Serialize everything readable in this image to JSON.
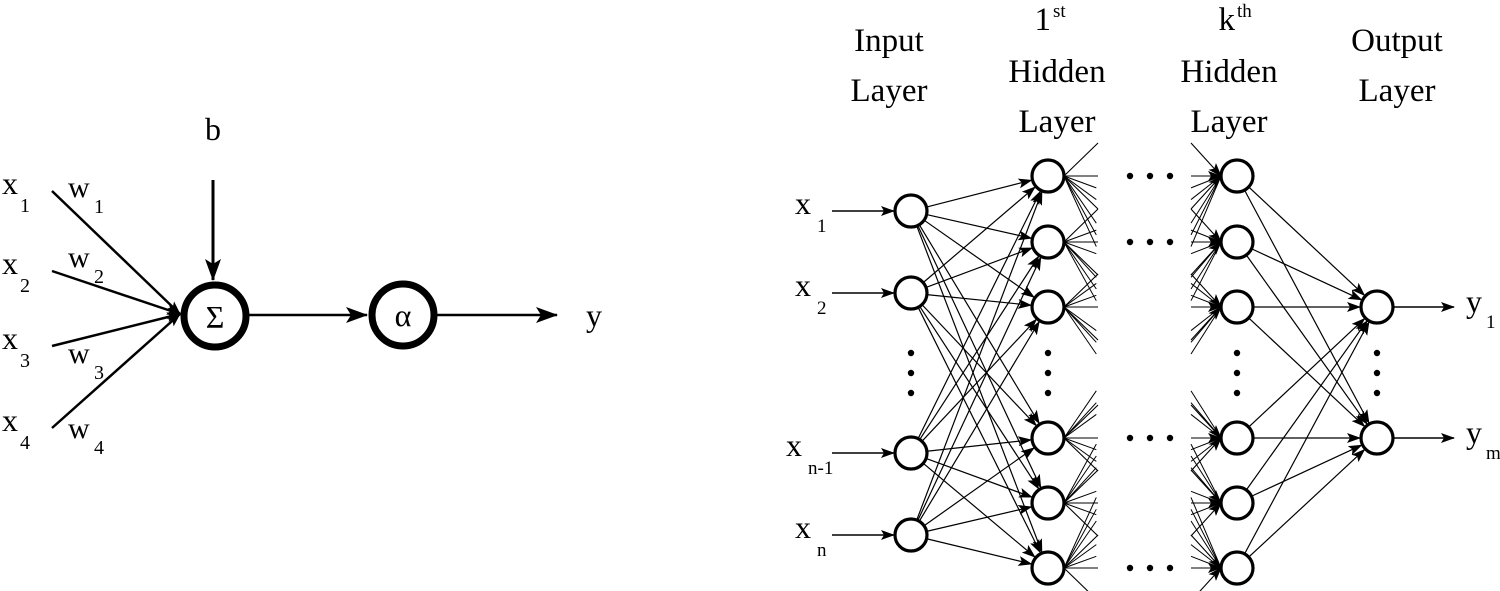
{
  "neuron": {
    "bias_label": "b",
    "inputs": [
      {
        "name": "x",
        "sub": "1",
        "weight": "w",
        "weight_sub": "1"
      },
      {
        "name": "x",
        "sub": "2",
        "weight": "w",
        "weight_sub": "2"
      },
      {
        "name": "x",
        "sub": "3",
        "weight": "w",
        "weight_sub": "3"
      },
      {
        "name": "x",
        "sub": "4",
        "weight": "w",
        "weight_sub": "4"
      }
    ],
    "sum_symbol": "Σ",
    "activation_symbol": "α",
    "output_label": "y"
  },
  "network": {
    "headers": {
      "input": [
        "Input",
        "Layer"
      ],
      "hidden_first": {
        "num": "1",
        "sup": "st",
        "lines": [
          "Hidden",
          "Layer"
        ]
      },
      "hidden_k": {
        "num": "k",
        "sup": "th",
        "lines": [
          "Hidden",
          "Layer"
        ]
      },
      "output": [
        "Output",
        "Layer"
      ]
    },
    "inputs": [
      {
        "name": "x",
        "sub": "1"
      },
      {
        "name": "x",
        "sub": "2"
      },
      {
        "name": "x",
        "sub": "n-1"
      },
      {
        "name": "x",
        "sub": "n"
      }
    ],
    "outputs": [
      {
        "name": "y",
        "sub": "1"
      },
      {
        "name": "y",
        "sub": "m"
      }
    ],
    "ellipsis": "⋯"
  }
}
